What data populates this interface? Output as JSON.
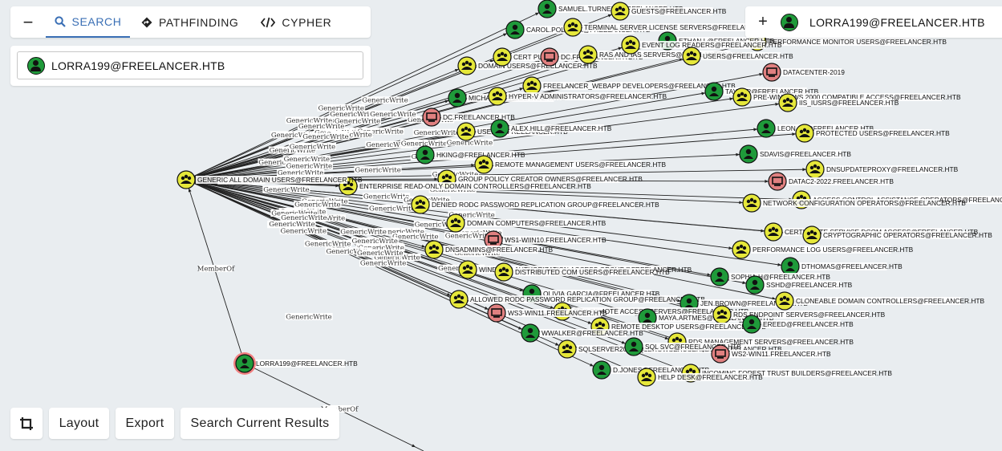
{
  "tabs": {
    "collapse_icon": "minus-icon",
    "items": [
      {
        "label": "SEARCH",
        "icon": "search-icon",
        "active": true
      },
      {
        "label": "PATHFINDING",
        "icon": "route-icon",
        "active": false
      },
      {
        "label": "CYPHER",
        "icon": "code-icon",
        "active": false
      }
    ]
  },
  "search": {
    "value": "LORRA199@FREELANCER.HTB",
    "icon": "user-icon"
  },
  "selected_panel": {
    "expand_icon": "plus-icon",
    "icon": "user-icon",
    "title": "LORRA199@FREELANCER.HTB"
  },
  "toolbar": {
    "crop_icon": "crop-icon",
    "layout": "Layout",
    "export": "Export",
    "search_results": "Search Current Results"
  },
  "colors": {
    "user": "#1f9a3a",
    "group": "#e6e83a",
    "computer": "#e08080",
    "highlight": "#f28080",
    "accent": "#3a6fb5"
  },
  "graph": {
    "hub_label": "GENERIC ALL DOMAIN USERS@FREELANCER.HTB",
    "memberof_label": "MemberOf",
    "genericwrite_label": "GenericWrite",
    "selected_label": "LORRA199@FREELANCER.HTB",
    "member_label2": "MemberOf",
    "nodes": [
      {
        "t": "u",
        "label": "SAMUEL.TURNER@FREELANCER.HTB"
      },
      {
        "t": "g",
        "label": "GUESTS@FREELANCER.HTB"
      },
      {
        "t": "g",
        "label": "PERFORMANCE MONITOR USERS@FREELANCER.HTB"
      },
      {
        "t": "u",
        "label": "CAROL.POLLOCK@FREELANCER.HTB"
      },
      {
        "t": "g",
        "label": "TERMINAL SERVER LICENSE SERVERS@FREELANCER.HTB"
      },
      {
        "t": "u",
        "label": "ETHAN.L@FREELANCER.HTB"
      },
      {
        "t": "g",
        "label": "DOMAIN USERS@FREELANCER.HTB"
      },
      {
        "t": "g",
        "label": "CERT PUBLISHERS@FREELANCER.HTB"
      },
      {
        "t": "c",
        "label": "DC.FREELANCER.HTB"
      },
      {
        "t": "g",
        "label": "RAS AND IAS SERVERS@FREELANCER.HTB"
      },
      {
        "t": "g",
        "label": "EVENT LOG READERS@FREELANCER.HTB"
      },
      {
        "t": "g",
        "label": "USERS@FREELANCER.HTB"
      },
      {
        "t": "c",
        "label": "DATACENTER-2019"
      },
      {
        "t": "g",
        "label": "FREELANCER_WEBAPP DEVELOPERS@FREELANCER.HTB"
      },
      {
        "t": "u",
        "label": "MICHAEL@FREELANCER.HTB"
      },
      {
        "t": "g",
        "label": "HYPER-V ADMINISTRATORS@FREELANCER.HTB"
      },
      {
        "t": "u",
        "label": "TAYLOR@FREELANCER.HTB"
      },
      {
        "t": "g",
        "label": "PRE-WINDOWS 2000 COMPATIBLE ACCESS@FREELANCER.HTB"
      },
      {
        "t": "g",
        "label": "IIS_IUSRS@FREELANCER.HTB"
      },
      {
        "t": "c",
        "label": "DC.FREELANCER.HTB"
      },
      {
        "t": "g",
        "label": "USERS@FREELANCER.HTB"
      },
      {
        "t": "u",
        "label": "ALEX.HILL@FREELANCER.HTB"
      },
      {
        "t": "u",
        "label": "LEON.SK@FREELANCER.HTB"
      },
      {
        "t": "g",
        "label": "PROTECTED USERS@FREELANCER.HTB"
      },
      {
        "t": "u",
        "label": "HKING@FREELANCER.HTB"
      },
      {
        "t": "u",
        "label": "SDAVIS@FREELANCER.HTB"
      },
      {
        "t": "g",
        "label": "REMOTE MANAGEMENT USERS@FREELANCER.HTB"
      },
      {
        "t": "g",
        "label": "DNSUPDATEPROXY@FREELANCER.HTB"
      },
      {
        "t": "g",
        "label": "GROUP POLICY CREATOR OWNERS@FREELANCER.HTB"
      },
      {
        "t": "c",
        "label": "DATAC2-2022.FREELANCER.HTB"
      },
      {
        "t": "g",
        "label": "ENTERPRISE READ-ONLY DOMAIN CONTROLLERS@FREELANCER.HTB"
      },
      {
        "t": "g",
        "label": "ACCESS CONTROL ASSISTANCE OPERATORS@FREELANCER.HTB"
      },
      {
        "t": "g",
        "label": "DENIED RODC PASSWORD REPLICATION GROUP@FREELANCER.HTB"
      },
      {
        "t": "g",
        "label": "NETWORK CONFIGURATION OPERATORS@FREELANCER.HTB"
      },
      {
        "t": "g",
        "label": "DOMAIN COMPUTERS@FREELANCER.HTB"
      },
      {
        "t": "g",
        "label": "CERTIFICATE SERVICE DCOM ACCESS@FREELANCER.HTB"
      },
      {
        "t": "g",
        "label": "CRYPTOGRAPHIC OPERATORS@FREELANCER.HTB"
      },
      {
        "t": "c",
        "label": "WS1-WIIN10.FREELANCER.HTB"
      },
      {
        "t": "g",
        "label": "DNSADMINS@FREELANCER.HTB"
      },
      {
        "t": "g",
        "label": "PERFORMANCE LOG USERS@FREELANCER.HTB"
      },
      {
        "t": "u",
        "label": "DTHOMAS@FREELANCER.HTB"
      },
      {
        "t": "g",
        "label": "WINDOWS AUTHORIZATION ACCESS GROUP@FREELANCER.HTB"
      },
      {
        "t": "g",
        "label": "DISTRIBUTED COM USERS@FREELANCER.HTB"
      },
      {
        "t": "u",
        "label": "SOPHIA.H@FREELANCER.HTB"
      },
      {
        "t": "u",
        "label": "SSHD@FREELANCER.HTB"
      },
      {
        "t": "u",
        "label": "OLIVIA.GARCIA@FREELANCER.HTB"
      },
      {
        "t": "g",
        "label": "ALLOWED RODC PASSWORD REPLICATION GROUP@FREELANCER.HTB"
      },
      {
        "t": "u",
        "label": "JEN.BROWN@FREELANCER.HTB"
      },
      {
        "t": "g",
        "label": "CLONEABLE DOMAIN CONTROLLERS@FREELANCER.HTB"
      },
      {
        "t": "g",
        "label": "RDS REMOTE ACCESS SERVERS@FREELANCER.HTB"
      },
      {
        "t": "c",
        "label": "WS3-WIN11.FREELANCER.HTB"
      },
      {
        "t": "u",
        "label": "MAYA.ARTMES@FREELANCER.HTB"
      },
      {
        "t": "g",
        "label": "RDS ENDPOINT SERVERS@FREELANCER.HTB"
      },
      {
        "t": "g",
        "label": "REMOTE DESKTOP USERS@FREELANCER.HTB"
      },
      {
        "t": "u",
        "label": "EREED@FREELANCER.HTB"
      },
      {
        "t": "u",
        "label": "WWALKER@FREELANCER.HTB"
      },
      {
        "t": "g",
        "label": "RDS MANAGEMENT SERVERS@FREELANCER.HTB"
      },
      {
        "t": "g",
        "label": "SQLSERVER2019SQLBROWSERUSER$DC@FREELANCER.HTB"
      },
      {
        "t": "u",
        "label": "SQL SVC@FREELANCER.HTB"
      },
      {
        "t": "c",
        "label": "WS2-WIN11.FREELANCER.HTB"
      },
      {
        "t": "u",
        "label": "D.JONES@FREELANCER.HTB"
      },
      {
        "t": "g",
        "label": "INCOMING FOREST TRUST BUILDERS@FREELANCER.HTB"
      },
      {
        "t": "g",
        "label": "HELP DESK@FREELANCER.HTB"
      }
    ]
  }
}
